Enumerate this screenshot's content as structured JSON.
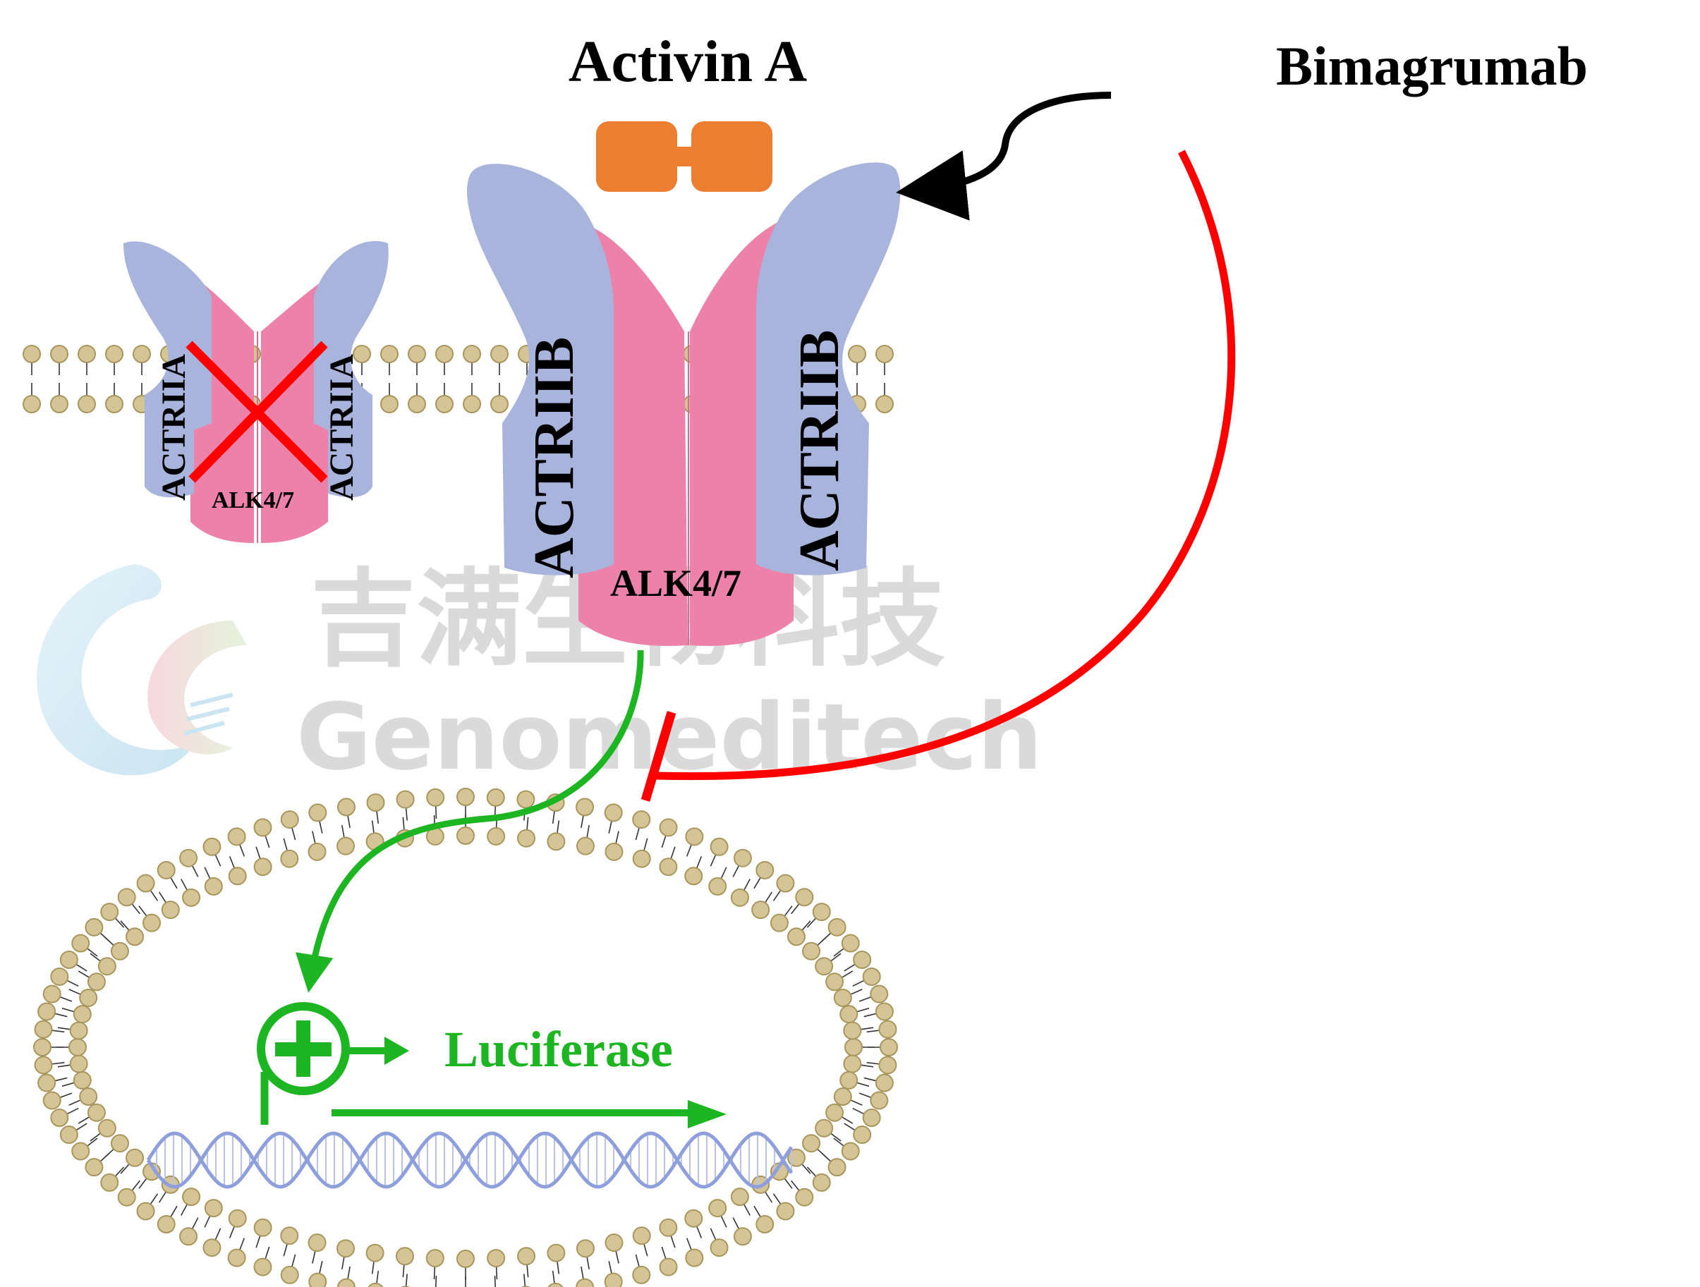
{
  "labels": {
    "ligand": "Activin A",
    "drug": "Bimagrumab",
    "receptor_left_small": "ACTRIIA",
    "receptor_right_small": "ACTRIIA",
    "core_small": "ALK4/7",
    "receptor_left_large": "ACTRIIB",
    "receptor_right_large": "ACTRIIB",
    "core_large": "ALK4/7",
    "reporter": "Luciferase"
  },
  "watermark": {
    "cn": "吉满生物科技",
    "en": "Genomeditech"
  },
  "colors": {
    "ligand": "#ed7d31",
    "type2_receptor": "#a9b4dd",
    "type1_receptor": "#ec82aa",
    "inhibition": "#ff0000",
    "activation": "#1db521",
    "lipid_head": "#d5c495",
    "lipid_head_stroke": "#a9965c",
    "dna": "#b8c3ea"
  }
}
